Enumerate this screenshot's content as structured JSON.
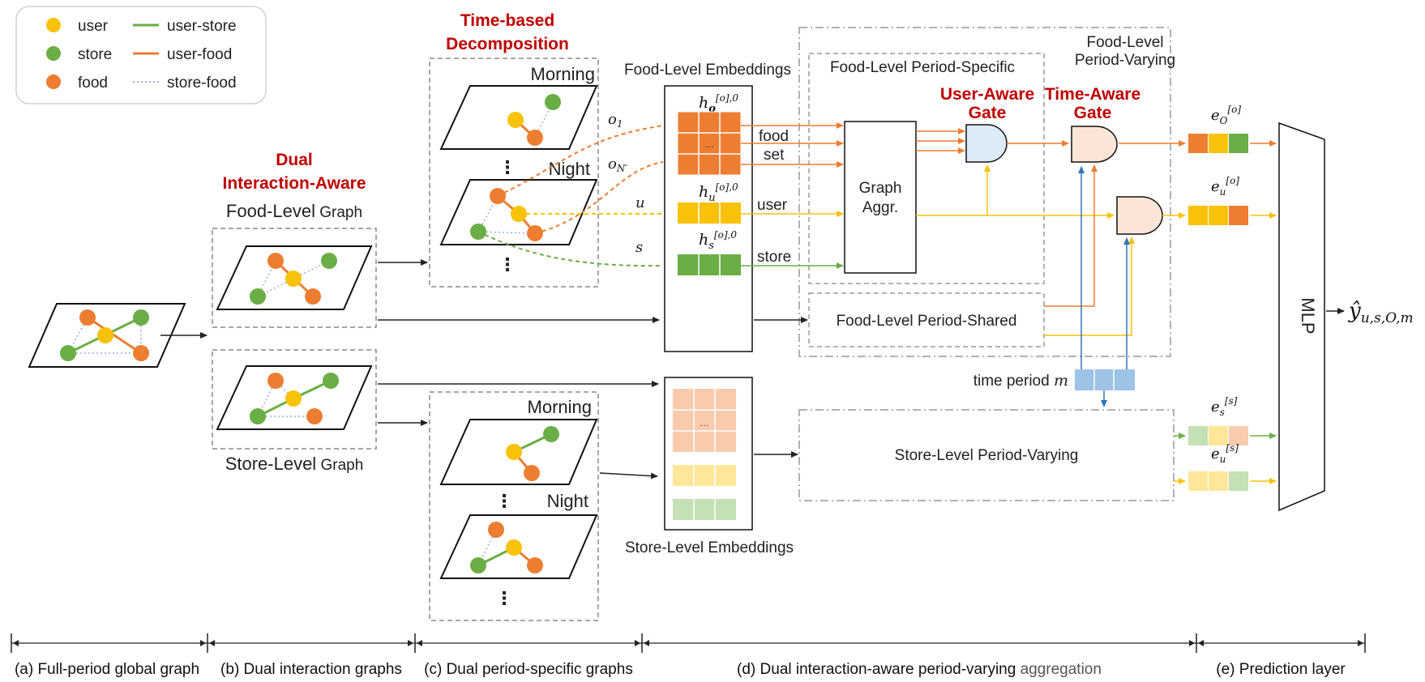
{
  "colors": {
    "user": "#F9C20A",
    "store": "#6AAE45",
    "food": "#ED7D31",
    "time": "#2E75B6",
    "red_title": "#C00000",
    "light_food": "#F8CBAD",
    "light_user": "#FFE699",
    "light_store": "#C5E0B4"
  },
  "legend": {
    "user": "user",
    "store": "store",
    "food": "food",
    "user_store": "user-store",
    "user_food": "user-food",
    "store_food": "store-food"
  },
  "titles": {
    "dual_line1": "Dual",
    "dual_line2": "Interaction-Aware",
    "time_line1": "Time-based",
    "time_line2": "Decomposition",
    "user_gate_line1": "User-Aware",
    "user_gate_line2": "Gate",
    "time_gate_line1": "Time-Aware",
    "time_gate_line2": "Gate"
  },
  "graphs": {
    "food_graph_a": "Food-Level",
    "food_graph_b": " Graph",
    "store_graph_a": "Store-Level",
    "store_graph_b": " Graph",
    "morning": "Morning",
    "night": "Night",
    "ellipsis": "⋮"
  },
  "embeddings": {
    "food_title": "Food-Level Embeddings",
    "store_title": "Store-Level Embeddings",
    "o1": "o",
    "o1_sub": "1",
    "oN": "o",
    "oN_sub": "N′",
    "u": "u",
    "s": "s",
    "h_o": "h",
    "h_o_sub": "o",
    "h_u": "h",
    "h_u_sub": "u",
    "h_s": "h",
    "h_s_sub": "s",
    "h_sup": "[o],0",
    "dots": "…",
    "food_set_1": "food",
    "food_set_2": "set",
    "user": "user",
    "store": "store"
  },
  "modules": {
    "fl_period_varying_1": "Food-Level",
    "fl_period_varying_2": "Period-Varying",
    "fl_period_specific": "Food-Level Period-Specific",
    "graph_aggr_1": "Graph",
    "graph_aggr_2": "Aggr.",
    "fl_period_shared": "Food-Level Period-Shared",
    "sl_period_varying": "Store-Level Period-Varying",
    "time_period": "time period ",
    "time_period_m": "m",
    "mlp": "MLP"
  },
  "outputs": {
    "e": "e",
    "eO_sub": "O",
    "eO_sup": "[o]",
    "eu_sub": "u",
    "eu_sup": "[o]",
    "es_sub": "s",
    "es_sup": "[s]",
    "eu2_sub": "u",
    "eu2_sup": "[s]",
    "y": "ŷ",
    "y_sub": "u,s,O,m"
  },
  "stages": [
    "(a) Full-period global graph",
    "(b) Dual interaction graphs",
    "(c) Dual period-specific graphs",
    "(d) Dual interaction-aware period-varying ",
    "aggregation",
    "(e) Prediction layer"
  ]
}
